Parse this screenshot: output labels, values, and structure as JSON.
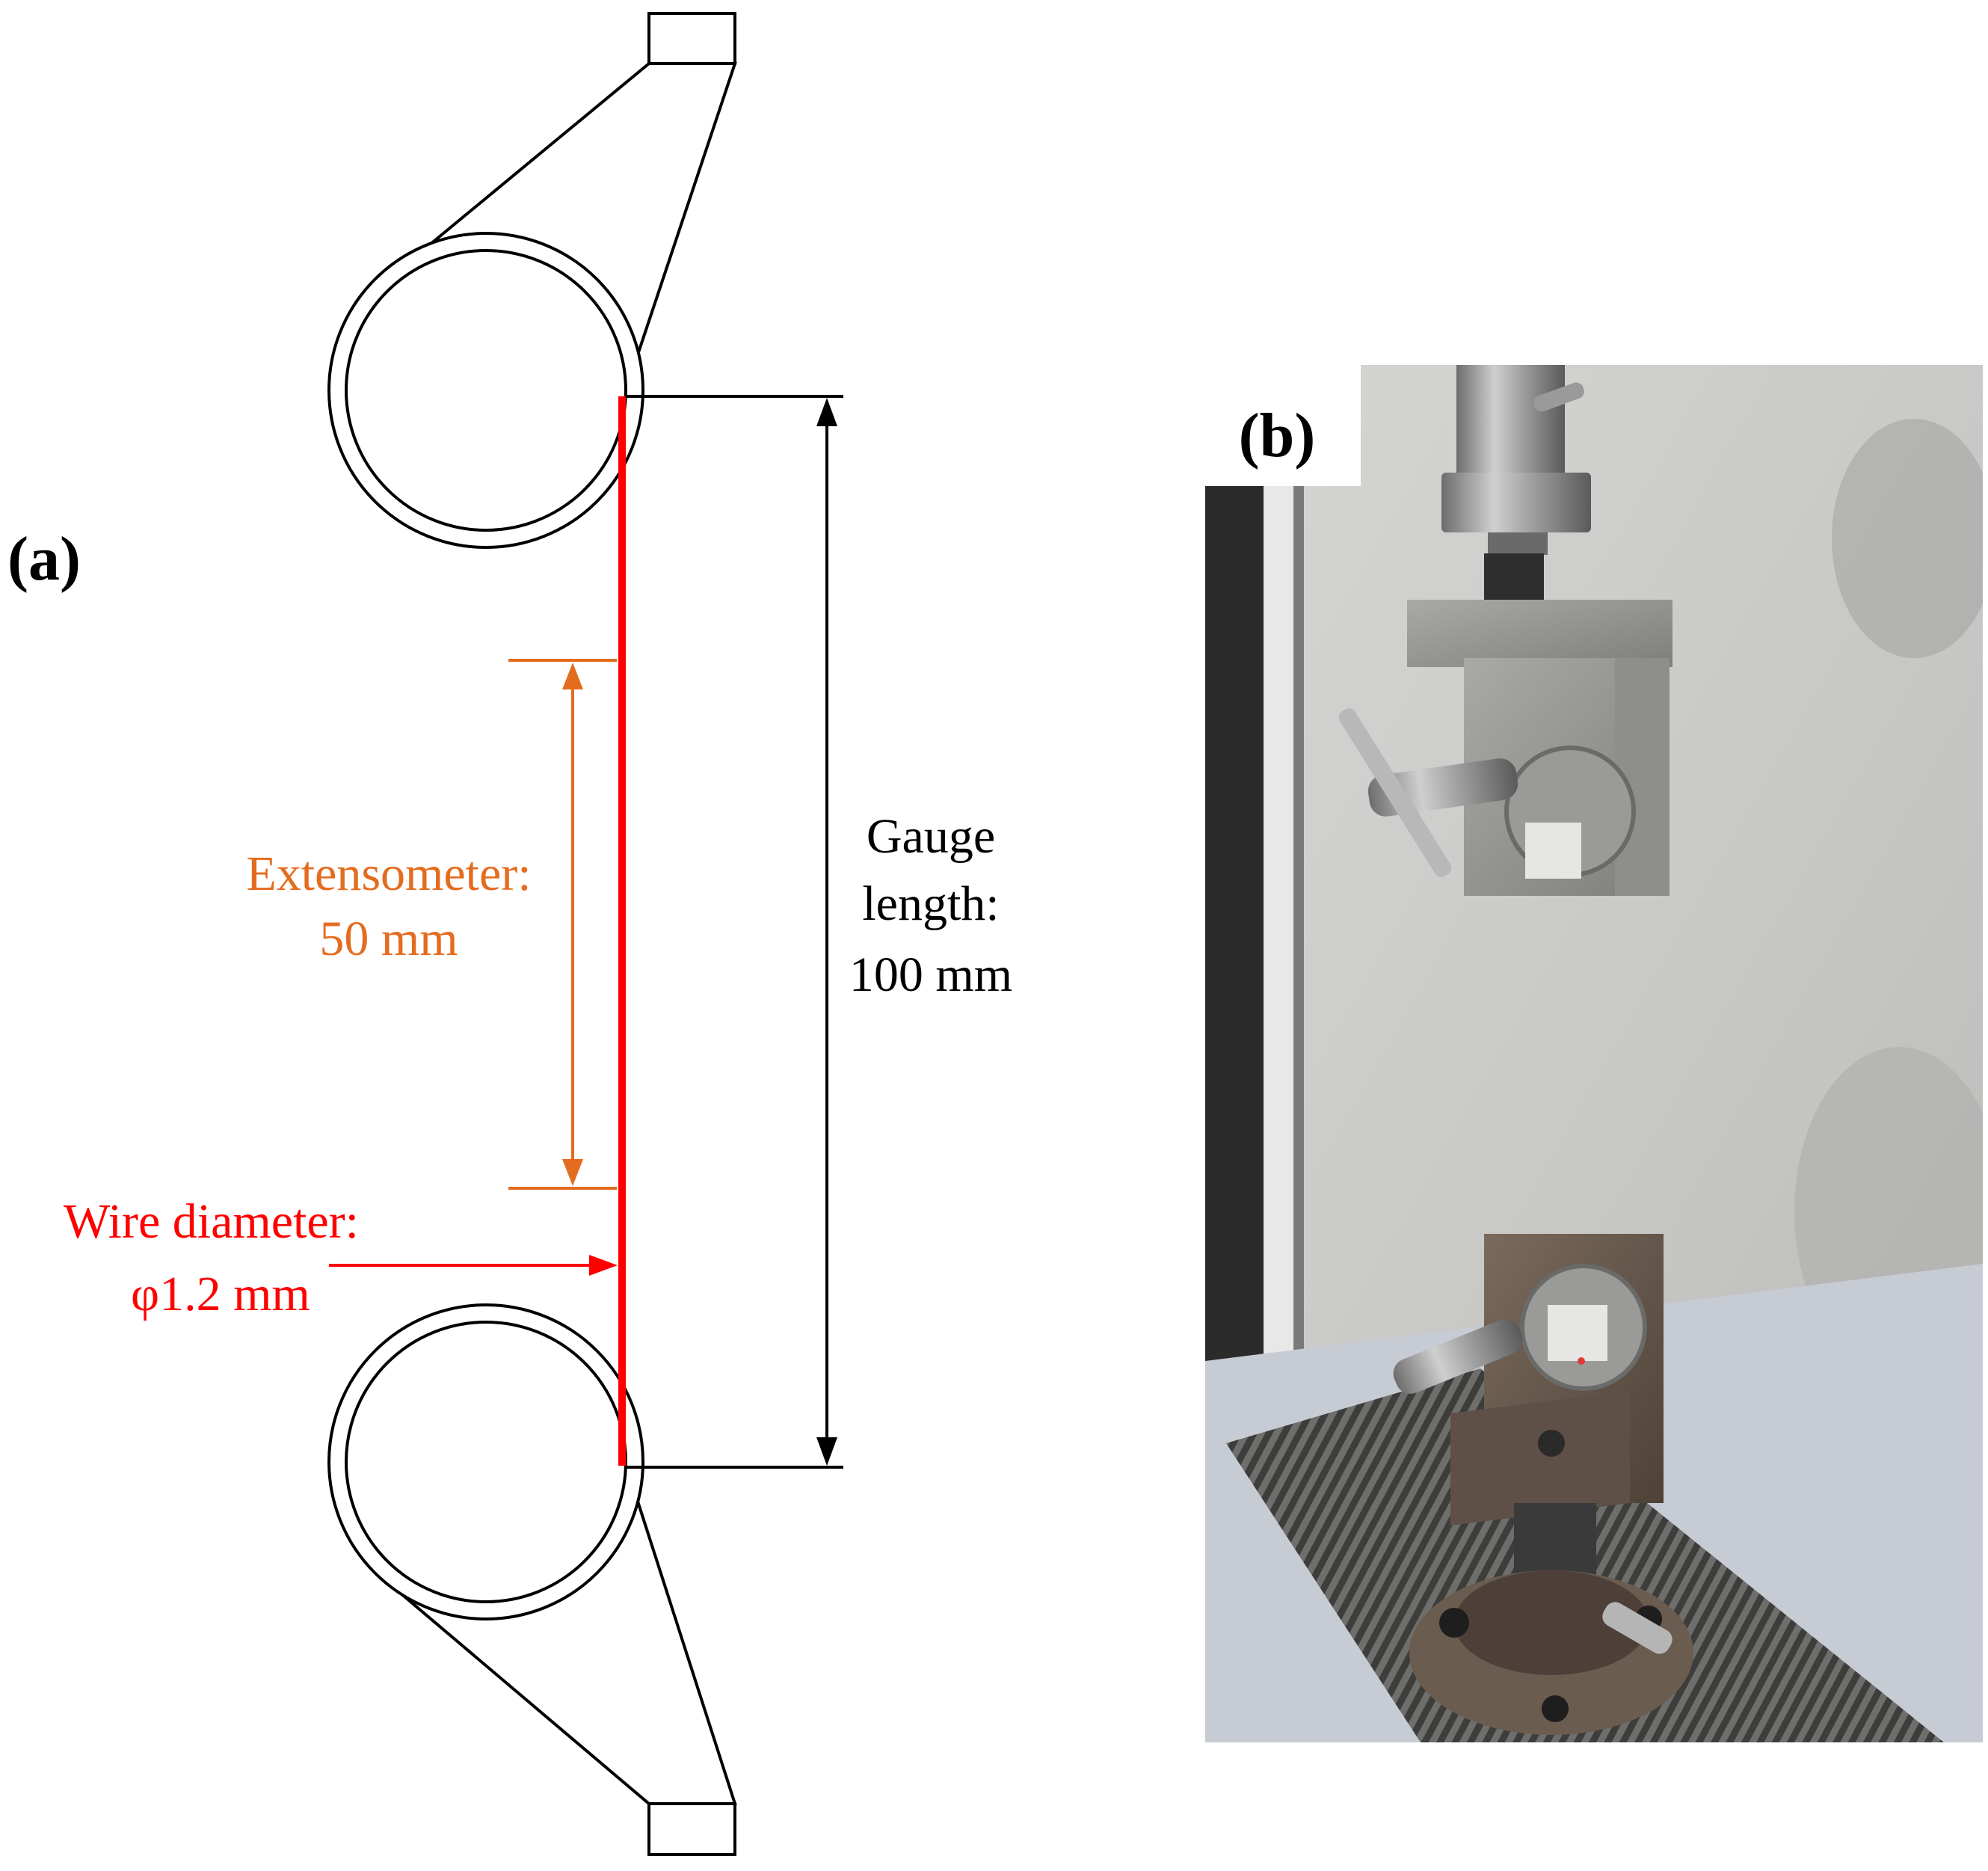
{
  "panel_a": {
    "label": "(a)",
    "extensometer": {
      "line1": "Extensometer:",
      "line2": "50 mm"
    },
    "gauge": {
      "line1": "Gauge",
      "line2": "length:",
      "line3": "100 mm"
    },
    "wire": {
      "line1": "Wire diameter:",
      "line2": "φ1.2 mm"
    }
  },
  "panel_b": {
    "label": "(b)"
  },
  "colors": {
    "wire": "#ff0000",
    "extensometer": "#e46c1f",
    "outline": "#000000",
    "text_black": "#000000"
  }
}
